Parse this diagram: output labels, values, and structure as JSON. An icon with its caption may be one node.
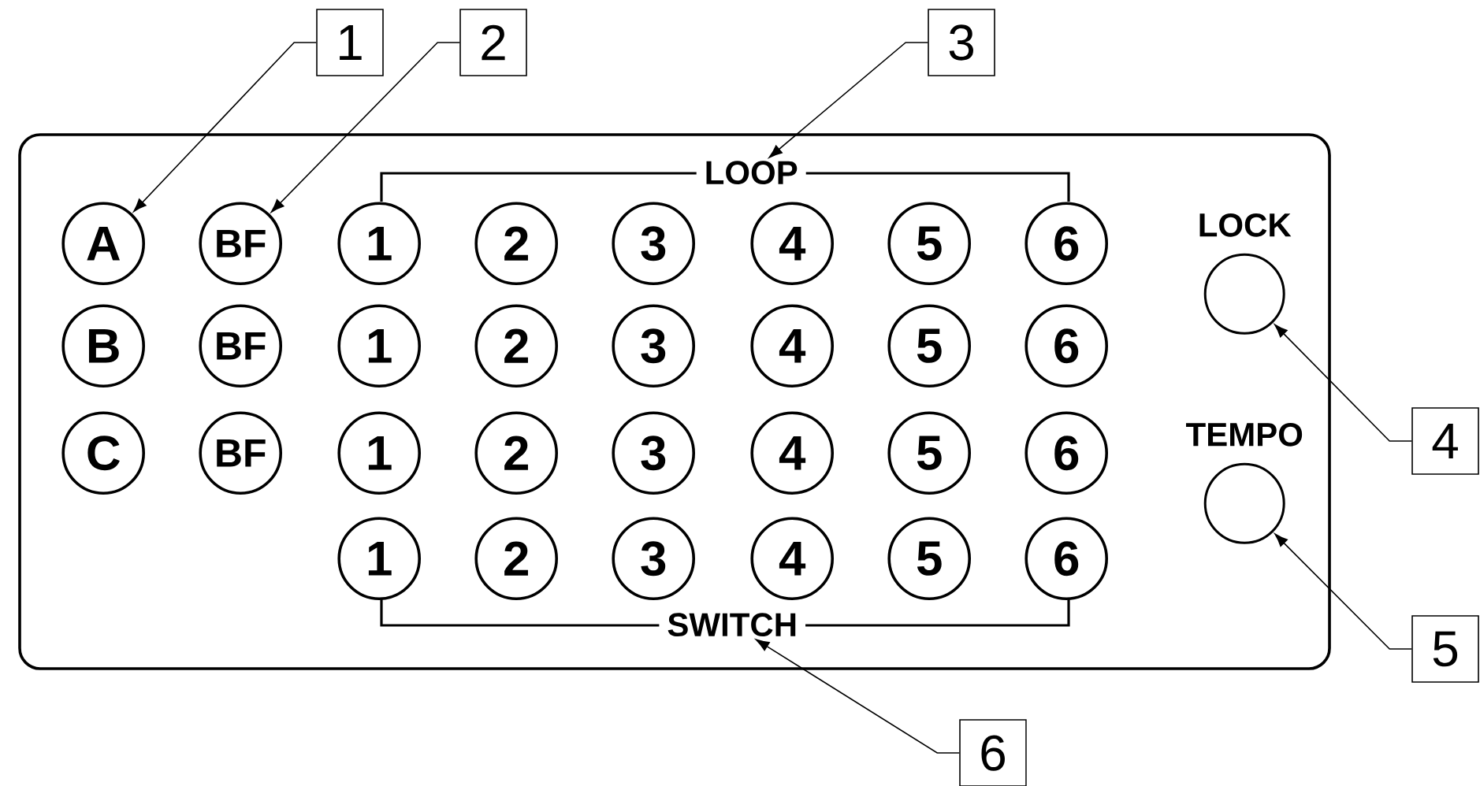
{
  "diagram": {
    "nodes": [
      {
        "text": [
          "1"
        ]
      },
      {
        "text": [
          "2"
        ]
      },
      {
        "text": [
          "3"
        ]
      },
      {
        "text": [],
        "shape": "box"
      },
      {
        "text": [
          "LOOP"
        ],
        "in": 3
      },
      {
        "text": [
          "A"
        ],
        "in": 3
      },
      {
        "text": [
          "BF"
        ],
        "in": 3
      },
      {
        "text": [
          "1"
        ],
        "in": 3
      },
      {
        "text": [
          "2"
        ],
        "in": 3
      },
      {
        "text": [
          "3"
        ],
        "in": 3
      },
      {
        "text": [
          "4"
        ],
        "in": 3
      },
      {
        "text": [
          "5"
        ],
        "in": 3
      },
      {
        "text": [
          "6"
        ],
        "in": 3
      },
      {
        "text": [
          "LOCK"
        ],
        "in": 3
      },
      {
        "text": [
          "B"
        ],
        "in": 3
      },
      {
        "text": [
          "BF"
        ],
        "in": 3
      },
      {
        "text": [
          "1"
        ],
        "in": 3
      },
      {
        "text": [
          "2"
        ],
        "in": 3
      },
      {
        "text": [
          "3"
        ],
        "in": 3
      },
      {
        "text": [
          "4"
        ],
        "in": 3
      },
      {
        "text": [
          "5"
        ],
        "in": 3
      },
      {
        "text": [
          "6"
        ],
        "in": 3
      },
      {
        "text": [
          "C"
        ],
        "in": 3
      },
      {
        "text": [
          "BF"
        ],
        "in": 3
      },
      {
        "text": [
          "1"
        ],
        "in": 3
      },
      {
        "text": [
          "2"
        ],
        "in": 3
      },
      {
        "text": [
          "3"
        ],
        "in": 3
      },
      {
        "text": [
          "4"
        ],
        "in": 3
      },
      {
        "text": [
          "5"
        ],
        "in": 3
      },
      {
        "text": [
          "6"
        ],
        "in": 3
      },
      {
        "text": [
          "TEMPO"
        ],
        "in": 3
      },
      {
        "text": [
          "1"
        ],
        "in": 3
      },
      {
        "text": [
          "2"
        ],
        "in": 3
      },
      {
        "text": [
          "3"
        ],
        "in": 3
      },
      {
        "text": [
          "4"
        ],
        "in": 3
      },
      {
        "text": [
          "5"
        ],
        "in": 3
      },
      {
        "text": [
          "6"
        ],
        "in": 3
      },
      {
        "text": [
          "SWITCH"
        ],
        "in": 3
      },
      {
        "text": [
          "4"
        ]
      },
      {
        "text": [
          "5"
        ]
      },
      {
        "text": [
          "6"
        ]
      }
    ],
    "edges": [
      {
        "from": 0,
        "to": 5,
        "arrow": "to"
      },
      {
        "from": 1,
        "to": 6,
        "arrow": "to"
      },
      {
        "from": 2,
        "to": 4,
        "arrow": "to"
      },
      {
        "from": 38,
        "to": 13,
        "arrow": "to"
      },
      {
        "from": 39,
        "to": 30,
        "arrow": "to"
      },
      {
        "from": 40,
        "to": 37,
        "arrow": "to"
      }
    ]
  }
}
